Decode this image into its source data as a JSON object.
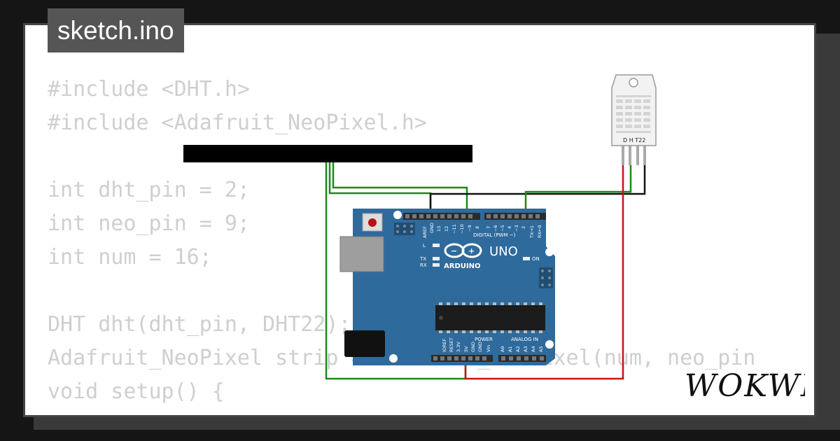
{
  "file_tab": {
    "label": "sketch.ino"
  },
  "code_lines": [
    "#include <DHT.h>",
    "#include <Adafruit_NeoPixel.h>",
    "",
    "int dht_pin = 2;",
    "int neo_pin = 9;",
    "int num = 16;",
    "",
    "DHT dht(dht_pin, DHT22);",
    "Adafruit_NeoPixel strip = Adafruit_NeoPixel(num, neo_pin",
    "void setup() {"
  ],
  "arduino": {
    "model": "UNO",
    "brand": "ARDUINO",
    "digital_label": "DIGITAL (PWM ~)",
    "power_label": "POWER",
    "analog_label": "ANALOG IN",
    "on_label": "ON",
    "l_label": "L",
    "tx_label": "TX",
    "rx_label": "RX",
    "digital_pins": [
      "AREF",
      "GND",
      "13",
      "12",
      "~11",
      "~10",
      "~9",
      "8",
      "7",
      "~6",
      "~5",
      "4",
      "~3",
      "2",
      "TX→1",
      "RX←0"
    ],
    "power_pins": [
      "IOREF",
      "RESET",
      "3.3V",
      "5V",
      "GND",
      "GND",
      "Vin"
    ],
    "analog_pins": [
      "A0",
      "A1",
      "A2",
      "A3",
      "A4",
      "A5"
    ]
  },
  "sensor": {
    "label": "D H T22"
  },
  "brand": {
    "logo_text": "WOKWI"
  },
  "colors": {
    "wire_green": "#1a8a1a",
    "wire_red": "#cc1111",
    "wire_black": "#111111",
    "board_blue": "#2f6a9c"
  }
}
